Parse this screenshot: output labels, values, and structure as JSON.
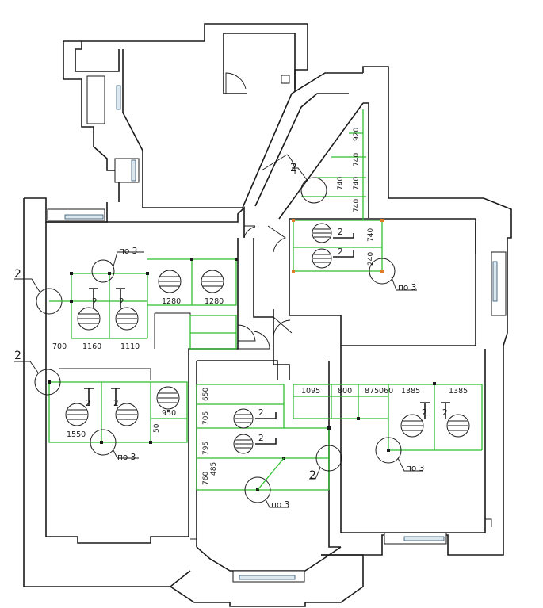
{
  "grid_dims": {
    "d700": "700",
    "d1160": "1160",
    "d1110": "1110",
    "d1280a": "1280",
    "d1280b": "1280",
    "d1550": "1550",
    "d950": "950",
    "d50": "50",
    "d650": "650",
    "d705": "705",
    "d795": "795",
    "d485": "485",
    "d760": "760",
    "d1095": "1095",
    "d800": "800",
    "d875": "875",
    "d060": "060",
    "d1385a": "1385",
    "d1385b": "1385",
    "d920": "920",
    "d740a": "740",
    "d740b": "740",
    "d740c": "740",
    "d740d": "740",
    "d240": "240"
  },
  "labels": {
    "po3_a": "по 3",
    "po3_b": "по 3",
    "po3_c": "по 3",
    "po3_d": "по 3",
    "po3_e": "по 3",
    "two_left_a": "2",
    "two_left_b": "2",
    "two_center": "2",
    "fix2_a": "2",
    "fix2_b": "2",
    "fix2_c": "2",
    "fix2_d": "2",
    "fix2_e": "2",
    "fix2_f": "2",
    "fix2_g": "2",
    "fix2_h": "2",
    "fix2_i": "2",
    "fix2_j": "2",
    "fix2_k": "2"
  },
  "colors": {
    "grid": "#2fbf2f",
    "wall": "#1a1a1a",
    "node_accent": "#e07b2a"
  },
  "icons": [
    "ceiling-lamp-icon",
    "radiator-icon",
    "door-swing-icon",
    "window-icon",
    "fixture-arrow-icon"
  ]
}
